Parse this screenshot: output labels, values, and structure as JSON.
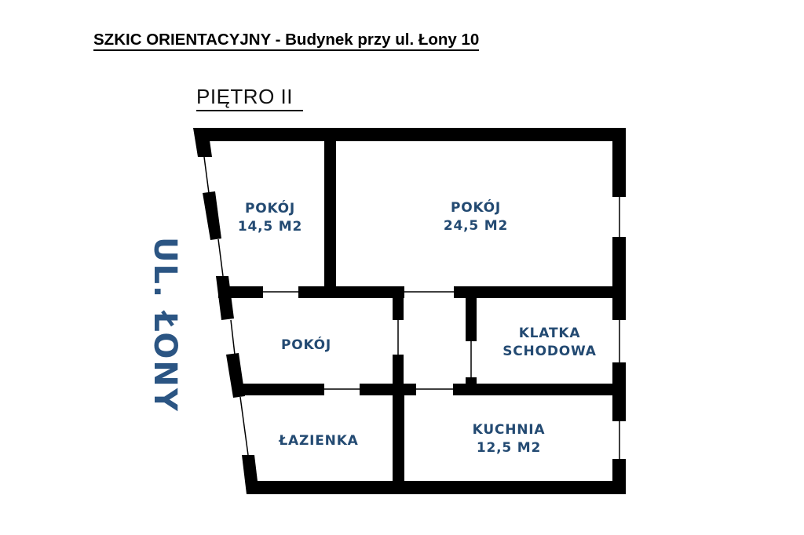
{
  "header": {
    "title": "SZKIC ORIENTACYJNY - Budynek przy ul. Łony 10"
  },
  "floor_label": "PIĘTRO II",
  "street_label": "UL. ŁONY",
  "rooms": [
    {
      "name": "POKÓJ",
      "area": "14,5 M2"
    },
    {
      "name": "POKÓJ",
      "area": "24,5 M2"
    },
    {
      "name": "POKÓJ",
      "area": ""
    },
    {
      "name": "KLATKA",
      "area": "SCHODOWA"
    },
    {
      "name": "ŁAZIENKA",
      "area": ""
    },
    {
      "name": "KUCHNIA",
      "area": "12,5 M2"
    }
  ],
  "colors": {
    "label_blue": "#234a72",
    "street_blue": "#2b5583",
    "wall": "#000000"
  }
}
